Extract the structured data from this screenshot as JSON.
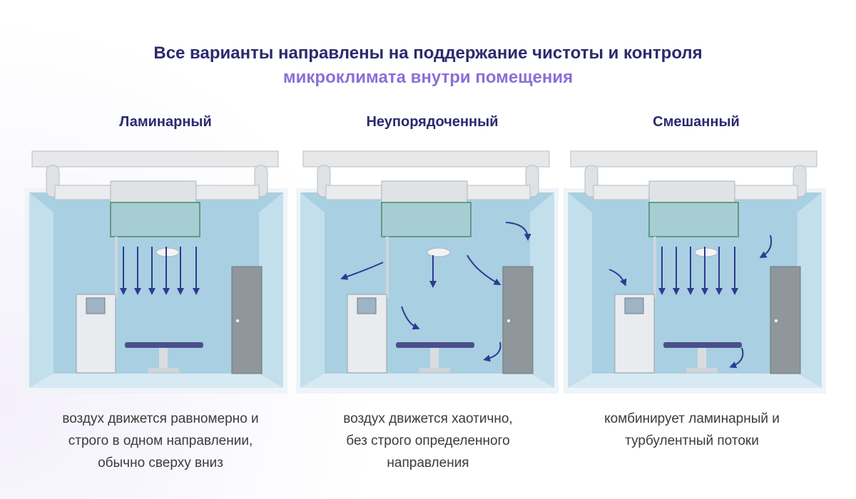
{
  "headline": {
    "line1": "Все варианты направлены на поддержание чистоты и контроля",
    "line2": "микроклимата внутри помещения"
  },
  "colors": {
    "heading_dark": "#2b2a6e",
    "heading_accent": "#8a6fd8",
    "wall": "#a9cfe2",
    "arrow": "#2d3b8f",
    "door": "#8f969c"
  },
  "panels": [
    {
      "title": "Ламинарный",
      "flow": "laminar",
      "description": [
        "воздух движется равномерно и",
        "строго в одном направлении,",
        "обычно сверху вниз"
      ]
    },
    {
      "title": "Неупорядоченный",
      "flow": "turbulent",
      "description": [
        "воздух движется хаотично,",
        "без строго определенного",
        "направления"
      ]
    },
    {
      "title": "Смешанный",
      "flow": "mixed",
      "description": [
        "комбинирует ламинарный и",
        "турбулентный потоки"
      ]
    }
  ]
}
